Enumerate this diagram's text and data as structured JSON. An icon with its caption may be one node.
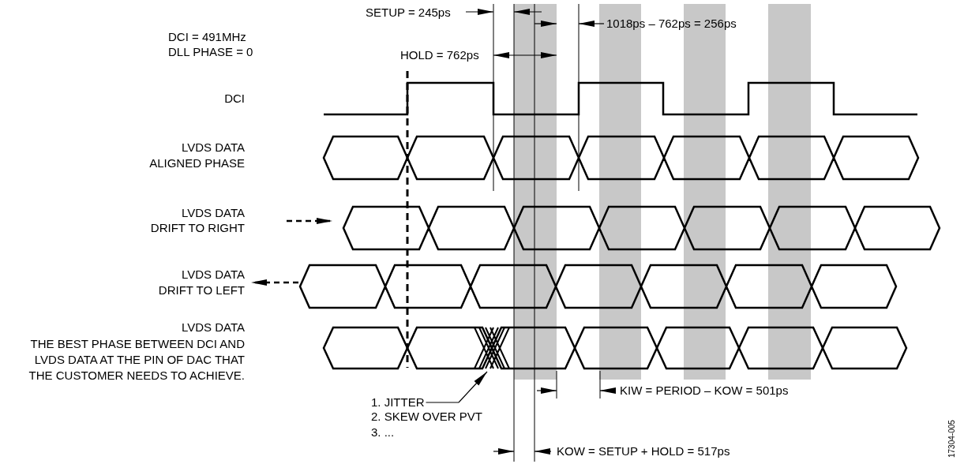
{
  "diagram": {
    "nodes": [
      {
        "text": [
          "1. JITTER"
        ]
      },
      {
        "text": [],
        "shape": "picture"
      }
    ],
    "edges": [
      {
        "from": 0,
        "to": 1,
        "arrow": "to"
      }
    ],
    "labels": [
      "SETUP = 245ps",
      "1018ps – 762ps = 256ps",
      "DCI = 491MHz",
      "DLL PHASE = 0",
      "HOLD = 762ps",
      "DCI",
      "LVDS DATA",
      "ALIGNED PHASE",
      "LVDS DATA",
      "DRIFT TO RIGHT",
      "LVDS DATA",
      "DRIFT TO LEFT",
      "LVDS DATA",
      "THE BEST PHASE BETWEEN DCI AND LVDS DATA AT THE PIN OF DAC THAT THE CUSTOMER NEEDS TO ACHIEVE.",
      "2. SKEW OVER PVT",
      "3. ...",
      "KIW = PERIOD – KOW = 501ps",
      "KOW = SETUP + HOLD = 517ps",
      "17304-005"
    ]
  }
}
